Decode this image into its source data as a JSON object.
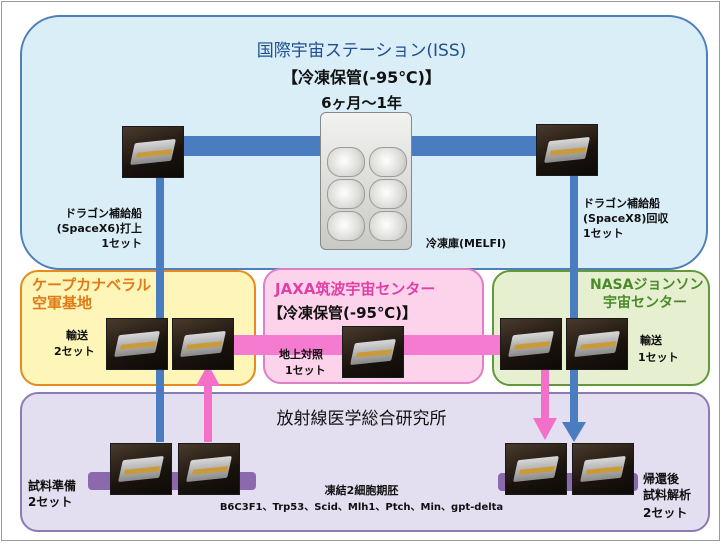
{
  "iss": {
    "title": "国際宇宙ステーション(ISS)",
    "storage": "【冷凍保管(-95℃)】",
    "duration": "6ヶ月～1年",
    "freezer_label": "冷凍庫(MELFI)"
  },
  "uplink": {
    "line1": "ドラゴン補給船",
    "line2": "(SpaceX6)打上",
    "line3": "1セット"
  },
  "downlink": {
    "line1": "ドラゴン補給船",
    "line2": "(SpaceX8)回収",
    "line3": "1セット"
  },
  "cape": {
    "title1": "ケープカナベラル",
    "title2": "空軍基地",
    "label1": "輸送",
    "label2": "2セット"
  },
  "jaxa": {
    "title": "JAXA筑波宇宙センター",
    "storage": "【冷凍保管(-95℃)】",
    "label1": "地上対照",
    "label2": "1セット"
  },
  "nasa": {
    "title1": "NASAジョンソン",
    "title2": "宇宙センター",
    "label1": "輸送",
    "label2": "1セット"
  },
  "nirs": {
    "title": "放射線医学総合研究所",
    "prep1": "試料準備",
    "prep2": "2セット",
    "freeze": "凍結2細胞期胚",
    "strains": "B6C3F1、Trp53、Scid、Mlh1、Ptch、Min、gpt-delta",
    "analysis1": "帰還後",
    "analysis2": "試料解析",
    "analysis3": "2セット"
  },
  "colors": {
    "blue_arrow": "#4a7cc0",
    "pink_arrow": "#f36fc8",
    "purple_bar": "#8c68ad"
  }
}
